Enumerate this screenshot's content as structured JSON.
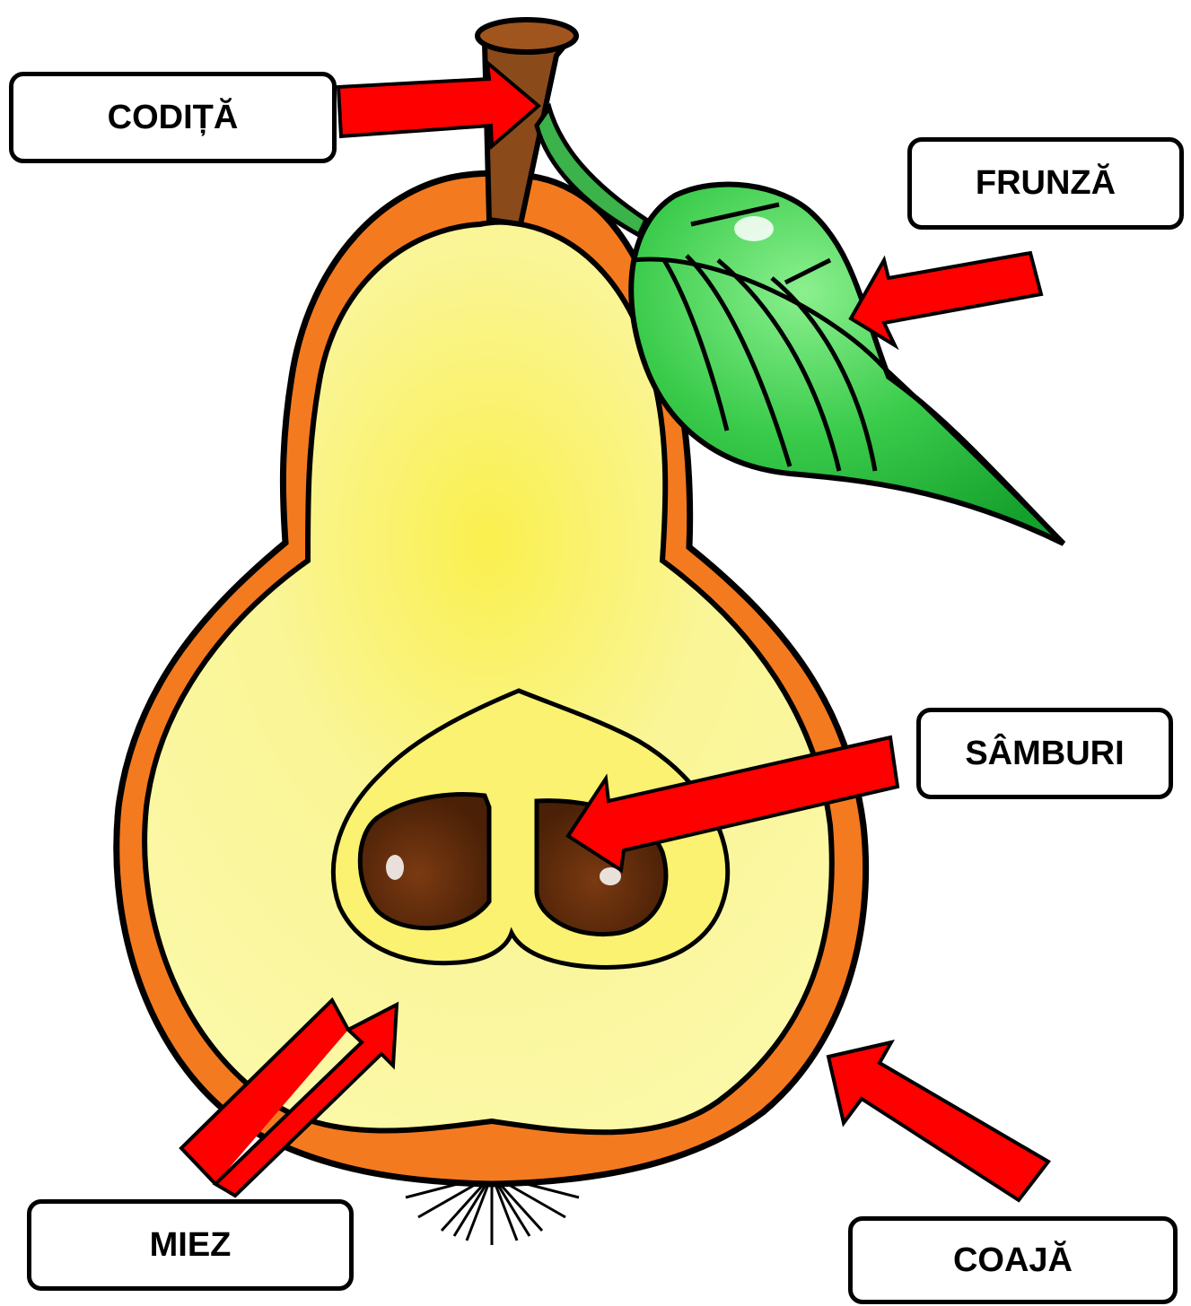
{
  "labels": {
    "stem": "CODIȚĂ",
    "leaf": "FRUNZĂ",
    "seeds": "SÂMBURI",
    "flesh": "MIEZ",
    "skin": "COAJĂ"
  },
  "colors": {
    "skin": "#F47A20",
    "flesh": "#FAF5A0",
    "flesh_highlight": "#FAF36A",
    "stem": "#8B4513",
    "leaf": "#33C24A",
    "leaf_light": "#7FE98A",
    "seed": "#5A2A0A",
    "arrow": "#FF0000",
    "outline": "#000000"
  }
}
